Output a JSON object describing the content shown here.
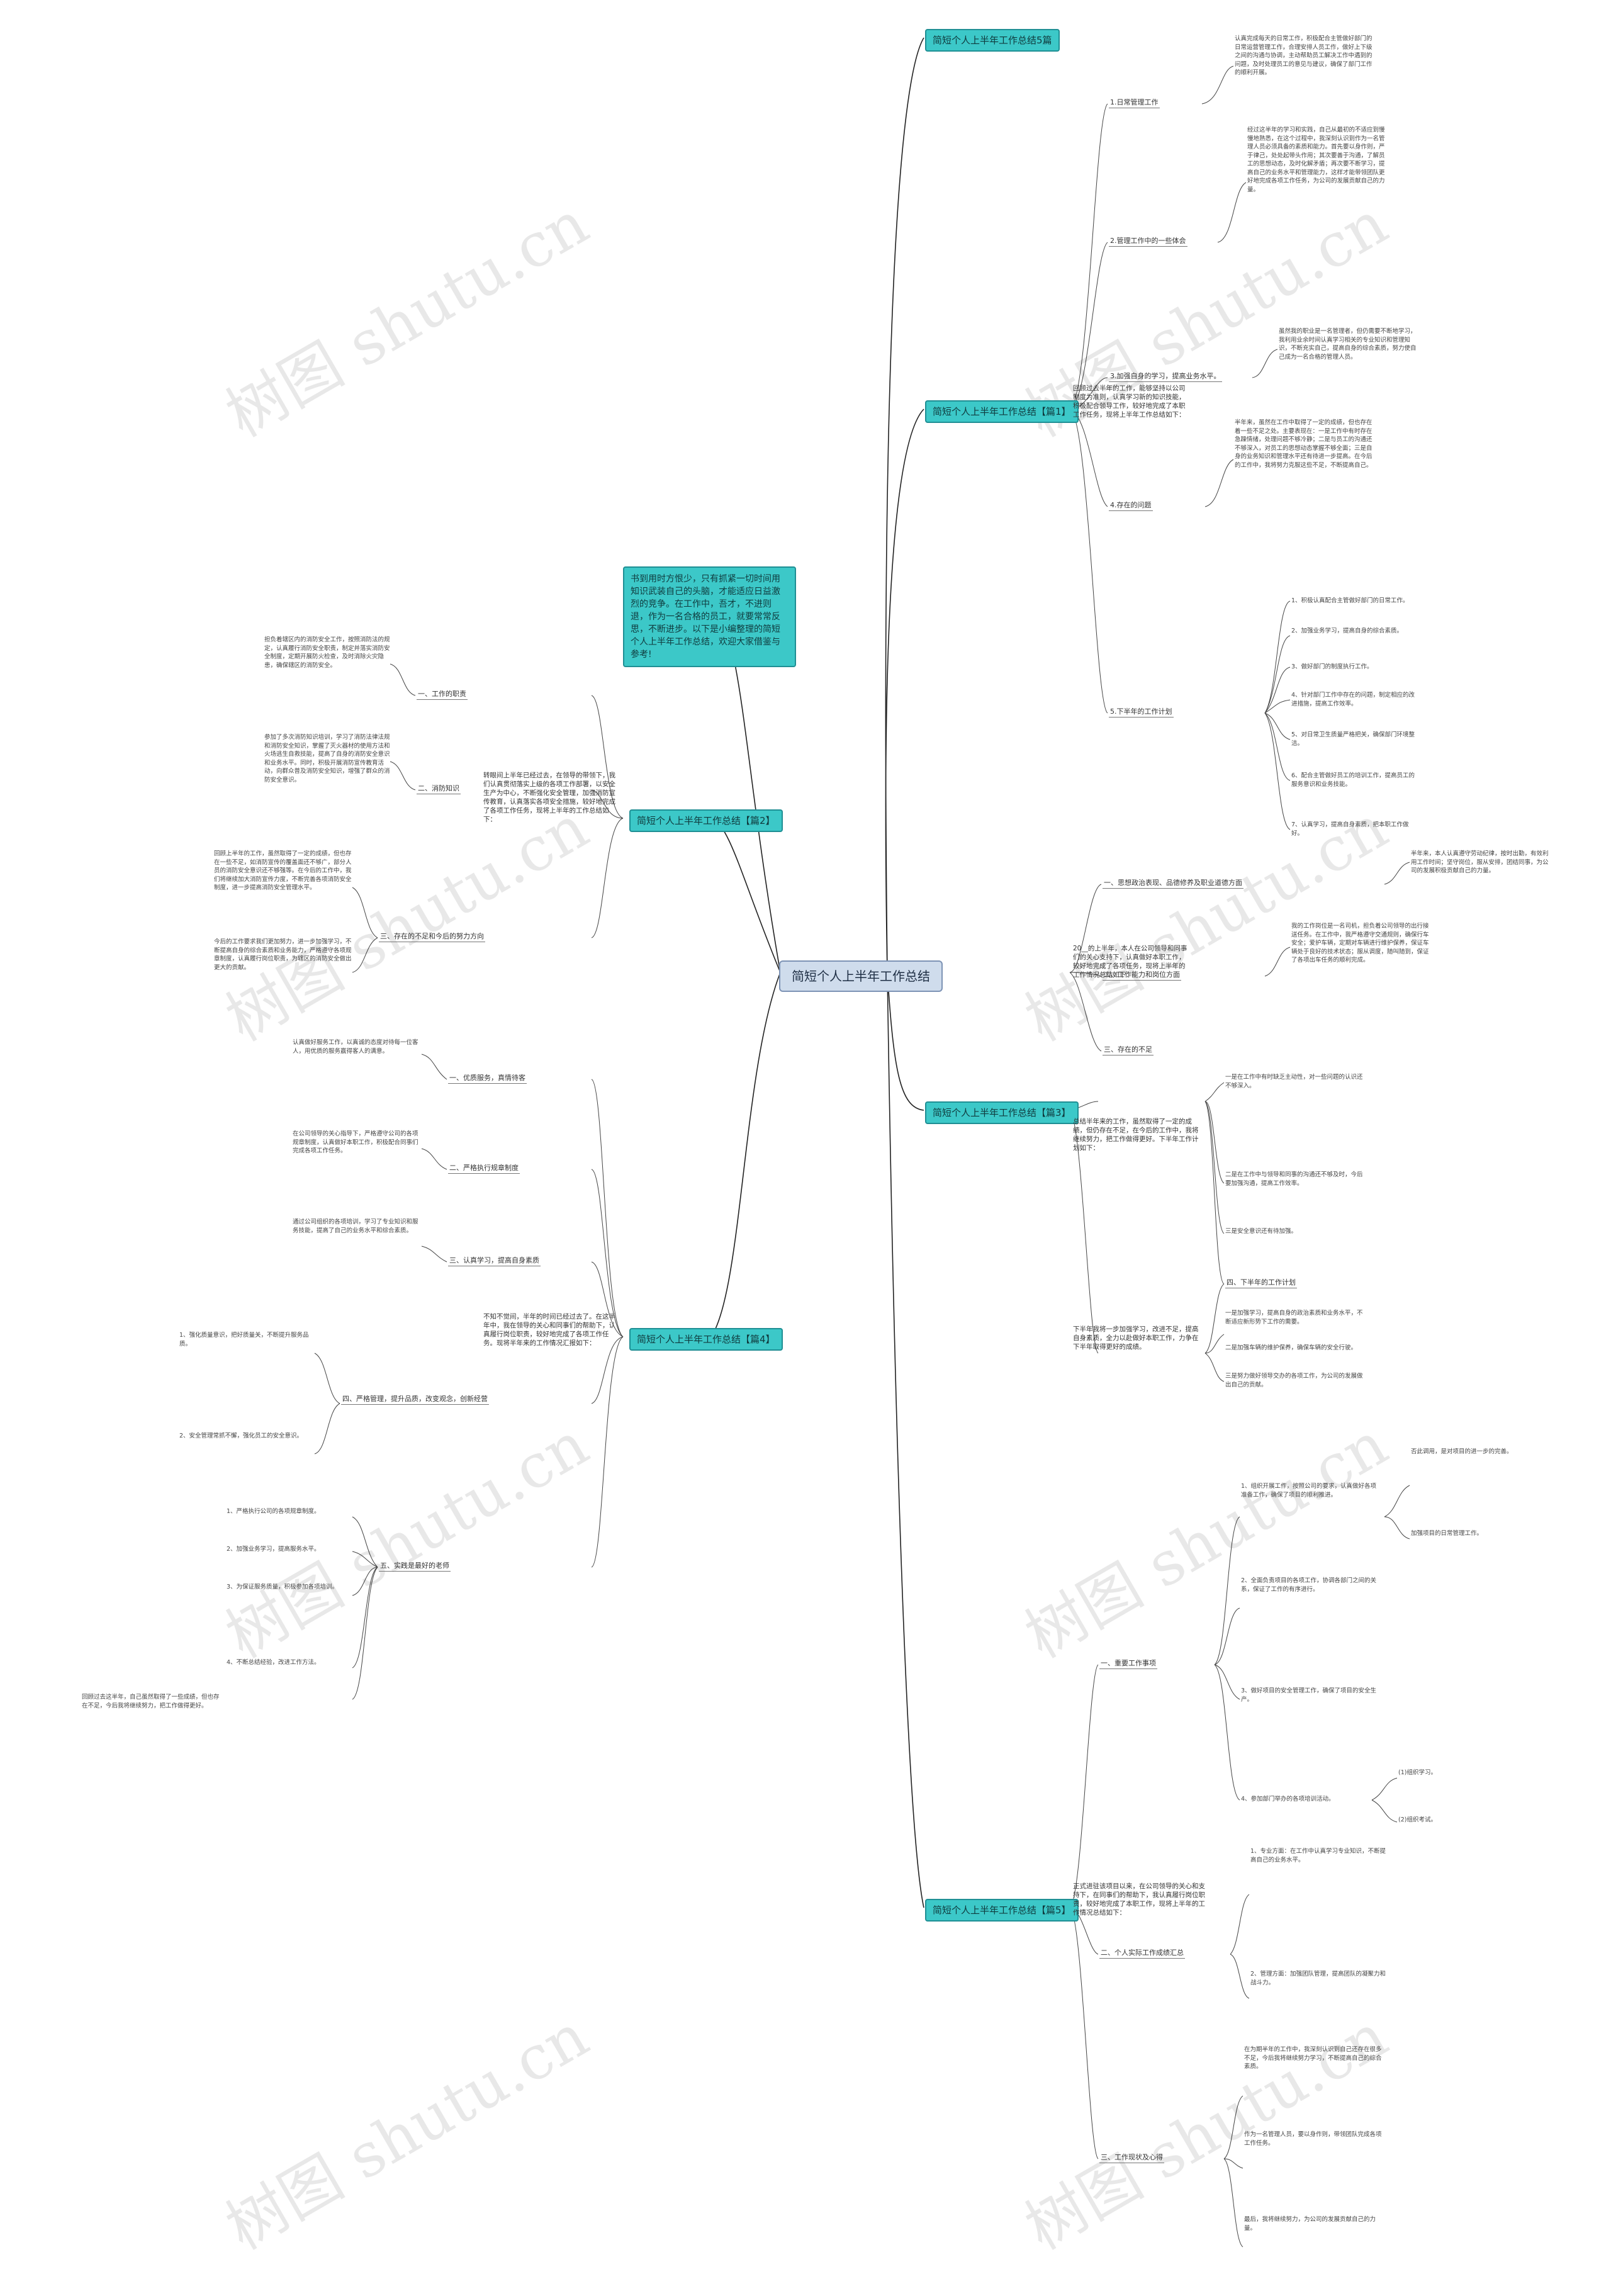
{
  "root": "简短个人上半年工作总结",
  "intro": "书到用时方恨少，只有抓紧一切时间用知识武装自己的头脑，才能适应日益激烈的竞争。在工作中，吾才，不进则退，作为一名合格的员工，就要常常反思，不断进步。以下是小编整理的简短个人上半年工作总结，欢迎大家借鉴与参考!",
  "watermark": "树图 shutu.cn",
  "topics": {
    "t5s": "简短个人上半年工作总结5篇",
    "t1": "简短个人上半年工作总结【篇1】",
    "t2": "简短个人上半年工作总结【篇2】",
    "t3": "简短个人上半年工作总结【篇3】",
    "t4": "简短个人上半年工作总结【篇4】",
    "t5": "简短个人上半年工作总结【篇5】"
  },
  "p1": {
    "summary": "回顾过去半年的工作，能够坚持以公司制度为准则，认真学习新的知识技能，积极配合领导工作，较好地完成了本职工作任务，现将上半年工作总结如下：",
    "subs": [
      "1.日常管理工作",
      "2.管理工作中的一些体会",
      "3.加强自身的学习，提高业务水平。",
      "4.存在的问题",
      "5.下半年的工作计划"
    ],
    "leaves": [
      "认真完成每天的日常工作，积极配合主管做好部门的日常运营管理工作，合理安排人员工作，做好上下级之间的沟通与协调，主动帮助员工解决工作中遇到的问题，及时处理员工的意见与建议，确保了部门工作的顺利开展。",
      "经过这半年的学习和实践，自己从最初的不适应到慢慢地熟悉，在这个过程中，我深刻认识到作为一名管理人员必须具备的素质和能力。首先要以身作则，严于律己，处处起带头作用；其次要善于沟通，了解员工的思想动态，及时化解矛盾；再次要不断学习，提高自己的业务水平和管理能力，这样才能带领团队更好地完成各项工作任务，为公司的发展贡献自己的力量。",
      "虽然我的职业是一名管理者，但仍需要不断地学习，我利用业余时间认真学习相关的专业知识和管理知识，不断充实自己，提高自身的综合素质，努力使自己成为一名合格的管理人员。",
      "半年来，虽然在工作中取得了一定的成绩，但也存在着一些不足之处。主要表现在：一是工作中有时存在急躁情绪，处理问题不够冷静；二是与员工的沟通还不够深入，对员工的思想动态掌握不够全面；三是自身的业务知识和管理水平还有待进一步提高。在今后的工作中，我将努力克服这些不足，不断提高自己。",
      "1、积极认真配合主管做好部门的日常工作。",
      "2、加强业务学习，提高自身的综合素质。",
      "3、做好部门的制度执行工作。",
      "4、针对部门工作中存在的问题，制定相应的改进措施，提高工作效率。",
      "5、对日常卫生质量严格把关，确保部门环境整洁。",
      "6、配合主管做好员工的培训工作，提高员工的服务意识和业务技能。",
      "7、认真学习，提高自身素质，把本职工作做好。"
    ]
  },
  "p2": {
    "summary": "转眼间上半年已经过去，在领导的带领下，我们认真贯彻落实上级的各项工作部署，以安全生产为中心，不断强化安全管理，加强消防宣传教育，认真落实各项安全措施，较好地完成了各项工作任务，现将上半年的工作总结如下：",
    "subs": [
      "一、工作的职责",
      "二、消防知识",
      "三、存在的不足和今后的努力方向"
    ],
    "leaves": [
      "担负着辖区内的消防安全工作，按照消防法的规定，认真履行消防安全职责，制定并落实消防安全制度，定期开展防火检查，及时消除火灾隐患，确保辖区的消防安全。",
      "参加了多次消防知识培训，学习了消防法律法规和消防安全知识，掌握了灭火器材的使用方法和火场逃生自救技能，提高了自身的消防安全意识和业务水平。同时，积极开展消防宣传教育活动，向群众普及消防安全知识，增强了群众的消防安全意识。",
      "回顾上半年的工作，虽然取得了一定的成绩，但也存在一些不足，如消防宣传的覆盖面还不够广，部分人员的消防安全意识还不够强等。在今后的工作中，我们将继续加大消防宣传力度，不断完善各项消防安全制度，进一步提高消防安全管理水平。",
      "今后的工作要求我们更加努力，进一步加强学习，不断提高自身的综合素质和业务能力，严格遵守各项规章制度，认真履行岗位职责，为辖区的消防安全做出更大的贡献。"
    ]
  },
  "p3": {
    "summary": "20__的上半年，本人在公司领导和同事们的关心支持下，认真做好本职工作，较好地完成了各项任务，现将上半年的工作情况总结如下：",
    "subs": [
      "一、思想政治表现、品德修养及职业道德方面",
      "二、工作能力和岗位方面",
      "三、存在的不足"
    ],
    "leaves": [
      "半年来，本人认真遵守劳动纪律，按时出勤，有效利用工作时间；坚守岗位，服从安排，团结同事，为公司的发展积极贡献自己的力量。",
      "我的工作岗位是一名司机，担负着公司领导的出行接送任务。在工作中，我严格遵守交通规则，确保行车安全；爱护车辆，定期对车辆进行维护保养，保证车辆处于良好的技术状态；服从调度，随叫随到，保证了各项出车任务的顺利完成。"
    ]
  },
  "p3b": {
    "summary": "总结半年来的工作，虽然取得了一定的成绩，但仍存在不足，在今后的工作中，我将继续努力，把工作做得更好。下半年工作计划如下：",
    "subs": [
      "三、存在的不足",
      "四、下半年的工作计划"
    ],
    "leaves": [
      "一是在工作中有时缺乏主动性，对一些问题的认识还不够深入。",
      "二是在工作中与领导和同事的沟通还不够及时，今后要加强沟通，提高工作效率。",
      "三是安全意识还有待加强。"
    ]
  },
  "p3c": {
    "summary": "下半年我将一步加强学习，改进不足，提高自身素质，全力以赴做好本职工作，力争在下半年取得更好的成绩。",
    "leaves": [
      "一是加强学习，提高自身的政治素质和业务水平，不断适应新形势下工作的需要。",
      "二是加强车辆的维护保养，确保车辆的安全行驶。",
      "三是努力做好领导交办的各项工作，为公司的发展做出自己的贡献。"
    ]
  },
  "p4": {
    "summary": "不知不觉间，半年的时间已经过去了。在这半年中，我在领导的关心和同事们的帮助下，认真履行岗位职责，较好地完成了各项工作任务。现将半年来的工作情况汇报如下：",
    "subs": [
      "一、优质服务，真情待客",
      "二、严格执行规章制度",
      "三、认真学习，提高自身素质",
      "四、严格管理，提升品质，改变观念，创新经营",
      "五、实践是最好的老师"
    ],
    "leaves": [
      "认真做好服务工作，以真诚的态度对待每一位客人，用优质的服务赢得客人的满意。",
      "在公司领导的关心指导下，严格遵守公司的各项规章制度，认真做好本职工作，积极配合同事们完成各项工作任务。",
      "通过公司组织的各项培训，学习了专业知识和服务技能，提高了自己的业务水平和综合素质。",
      "1、强化质量意识，把好质量关，不断提升服务品质。",
      "2、安全管理常抓不懈，强化员工的安全意识。",
      "1、严格执行公司的各项规章制度。",
      "2、加强业务学习，提高服务水平。",
      "3、为保证服务质量，积极参加各项培训。",
      "4、不断总结经验，改进工作方法。",
      "回顾过去这半年，自己虽然取得了一些成绩，但也存在不足，今后我将继续努力，把工作做得更好。"
    ]
  },
  "p5": {
    "summary": "正式进驻该项目以来，在公司领导的关心和支持下，在同事们的帮助下，我认真履行岗位职责，较好地完成了本职工作，现将上半年的工作情况总结如下：",
    "subs": [
      "一、重要工作事项",
      "二、个人实际工作成绩汇总",
      "三、工作现状及心得"
    ],
    "leaves": [
      "1、组织开展工作，按照公司的要求，认真做好各项准备工作，确保了项目的顺利推进。",
      "2、全面负责项目的各项工作，协调各部门之间的关系，保证了工作的有序进行。",
      "3、做好项目的安全管理工作，确保了项目的安全生产。",
      "4、参加部门举办的各项培训活动。",
      "1、专业方面：在工作中认真学习专业知识，不断提高自己的业务水平。",
      "2、管理方面：加强团队管理，提高团队的凝聚力和战斗力。",
      "在为期半年的工作中，我深刻认识到自己还存在很多不足，今后我将继续努力学习，不断提高自己的综合素质。",
      "作为一名管理人员，要以身作则，带领团队完成各项工作任务。",
      "最后，我将继续努力，为公司的发展贡献自己的力量。"
    ],
    "details": [
      "否此调用，是对项目的进一步的完善。",
      "加强项目的日常管理工作。",
      "(1)组织学习。",
      "(2)组织考试。"
    ]
  }
}
